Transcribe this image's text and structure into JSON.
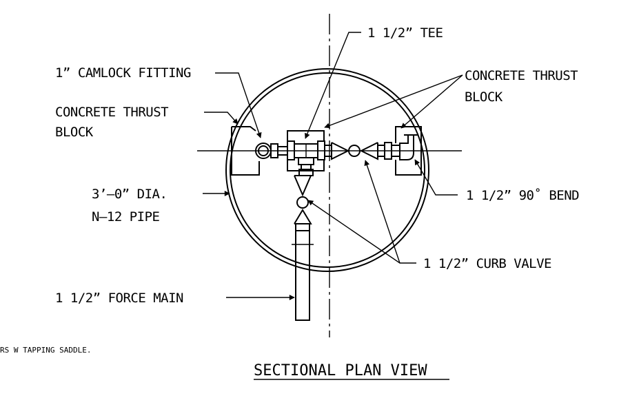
{
  "labels": {
    "tee": "1 1/2” TEE",
    "camlock": "1” CAMLOCK FITTING",
    "thrust_left_1": "CONCRETE THRUST",
    "thrust_left_2": "BLOCK",
    "thrust_right_1": "CONCRETE THRUST",
    "thrust_right_2": "BLOCK",
    "pipe_1": "3’–0” DIA.",
    "pipe_2": "N–12  PIPE",
    "bend": "1 1/2” 90˚ BEND",
    "curb_valve": "1 1/2” CURB VALVE",
    "force_main": "1 1/2” FORCE MAIN",
    "note": "RS W TAPPING SADDLE."
  },
  "title": "SECTIONAL PLAN VIEW"
}
